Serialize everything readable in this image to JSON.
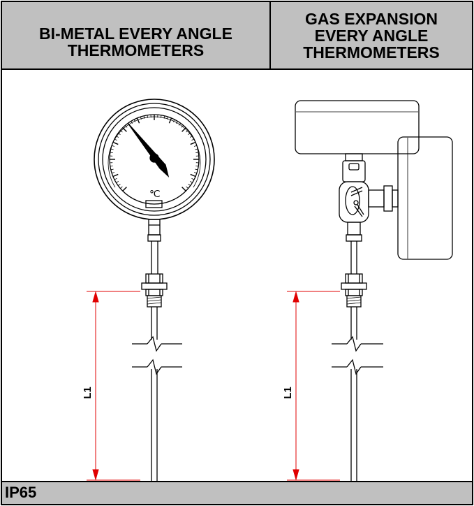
{
  "header": {
    "left_title": "BI-METAL EVERY ANGLE\nTHERMOMETERS",
    "right_title": "GAS EXPANSION\nEVERY ANGLE\nTHERMOMETERS"
  },
  "drawings": {
    "left": {
      "dimension_label": "L1",
      "unit_symbol": "℃"
    },
    "right": {
      "dimension_label": "L1"
    }
  },
  "footer": {
    "rating": "IP65"
  },
  "colors": {
    "header_bg": "#c0c0c0",
    "dimension_line": "#e00000",
    "line": "#000000"
  }
}
